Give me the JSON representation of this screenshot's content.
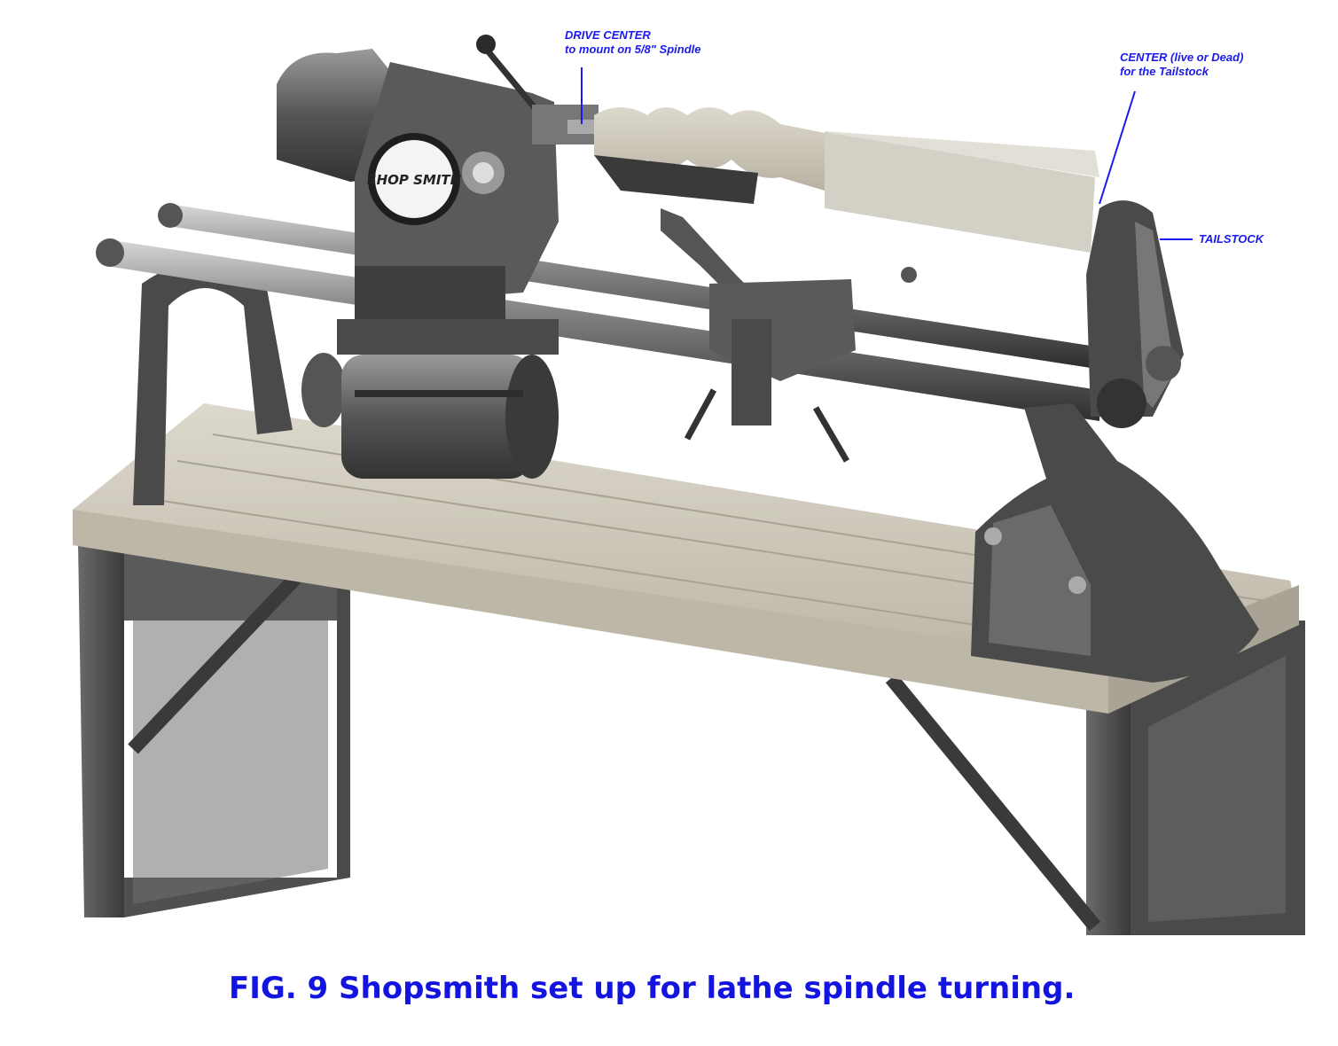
{
  "colors": {
    "annotation": "#1a1aee",
    "caption": "#1414e0",
    "metal_dark": "#3d3d3d",
    "metal_mid": "#6e6e6e",
    "metal_light": "#b4b4b4",
    "wood": "#c9c4b6",
    "workpiece": "#d2cfc4"
  },
  "annotations": {
    "drive_center": {
      "line1": "DRIVE CENTER",
      "line2": "to mount on 5/8\" Spindle"
    },
    "center_tailstock": {
      "line1": "CENTER (live or Dead)",
      "line2": "for the Tailstock"
    },
    "tailstock": {
      "line1": "TAILSTOCK"
    }
  },
  "logo_text": "SHOP SMITH",
  "caption": "FIG. 9  Shopsmith set up for lathe spindle turning."
}
